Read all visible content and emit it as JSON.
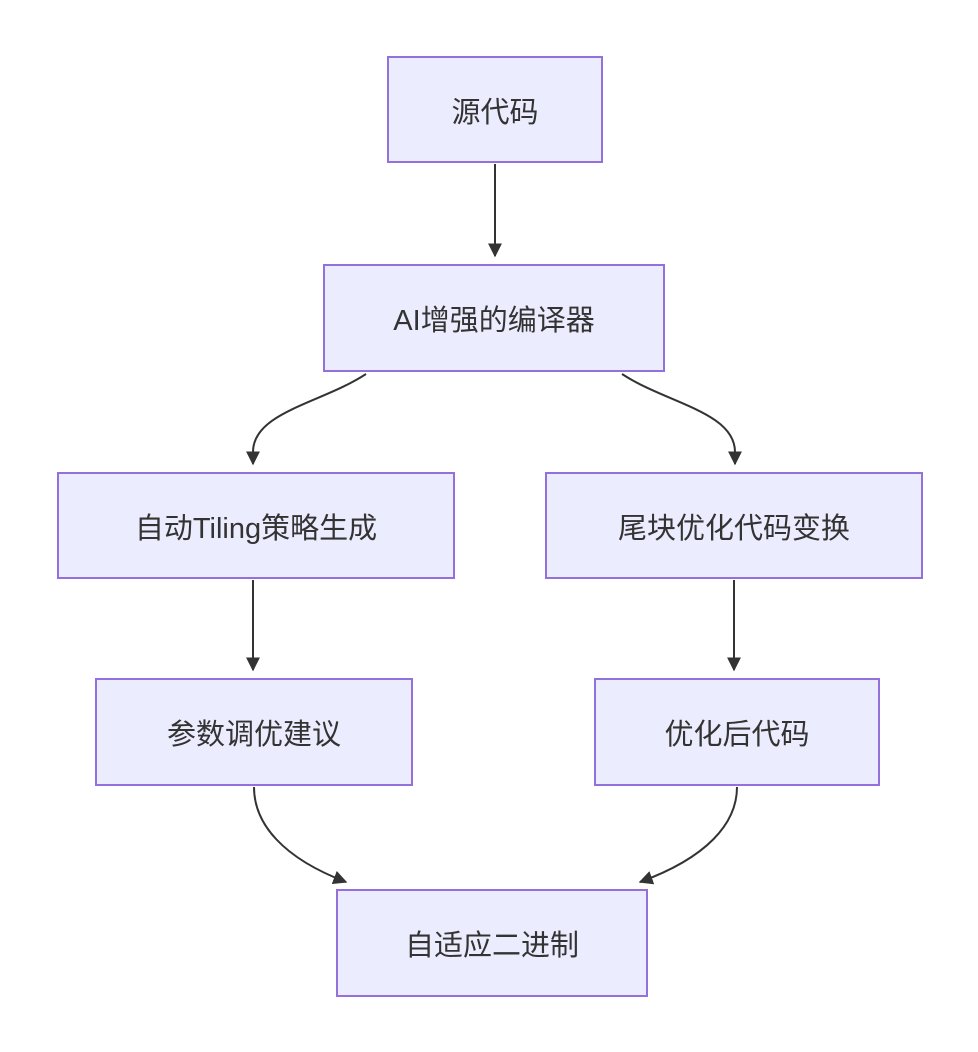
{
  "diagram": {
    "type": "flowchart",
    "direction": "top-down",
    "colors": {
      "background": "#ffffff",
      "node_fill": "#ECECFF",
      "node_border": "#9370DB",
      "node_text": "#333333",
      "edge_stroke": "#333333"
    },
    "nodes": [
      {
        "id": "source",
        "label": "源代码"
      },
      {
        "id": "compiler",
        "label": "AI增强的编译器"
      },
      {
        "id": "tiling",
        "label": "自动Tiling策略生成"
      },
      {
        "id": "tail",
        "label": "尾块优化代码变换"
      },
      {
        "id": "param",
        "label": "参数调优建议"
      },
      {
        "id": "opt",
        "label": "优化后代码"
      },
      {
        "id": "binary",
        "label": "自适应二进制"
      }
    ],
    "edges": [
      {
        "from": "source",
        "to": "compiler"
      },
      {
        "from": "compiler",
        "to": "tiling"
      },
      {
        "from": "compiler",
        "to": "tail"
      },
      {
        "from": "tiling",
        "to": "param"
      },
      {
        "from": "tail",
        "to": "opt"
      },
      {
        "from": "param",
        "to": "binary"
      },
      {
        "from": "opt",
        "to": "binary"
      }
    ]
  }
}
